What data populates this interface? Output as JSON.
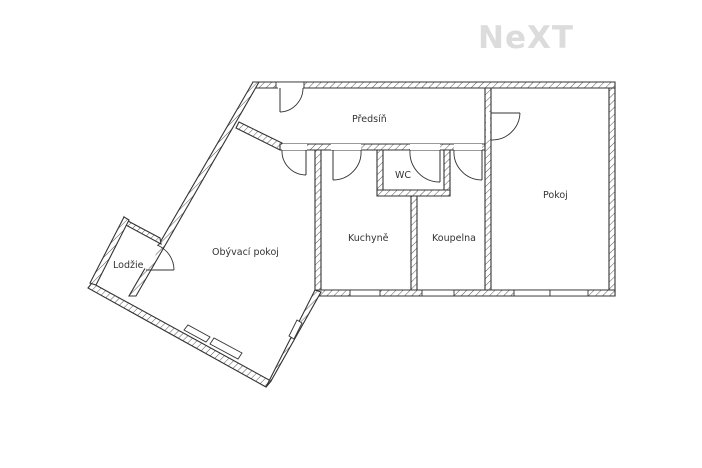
{
  "logo": {
    "text": "NeXT",
    "color": "#dcdcdc"
  },
  "plan": {
    "wall_color": "#333333",
    "background": "#ffffff",
    "rooms": [
      {
        "id": "predsin",
        "label": "Předsíň"
      },
      {
        "id": "pokoj",
        "label": "Pokoj"
      },
      {
        "id": "wc",
        "label": "WC"
      },
      {
        "id": "kuchyne",
        "label": "Kuchyně"
      },
      {
        "id": "koupelna",
        "label": "Koupelna"
      },
      {
        "id": "obyvaci-pokoj",
        "label": "Obývací pokoj"
      },
      {
        "id": "lodzie",
        "label": "Lodžie"
      }
    ]
  }
}
